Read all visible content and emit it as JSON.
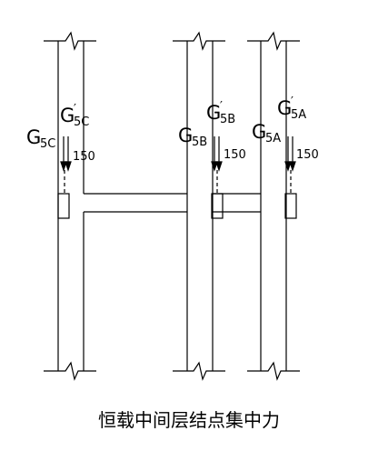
{
  "loads": [
    {
      "id": "C",
      "G": "G",
      "G_sub": "5C",
      "Gp": "G",
      "Gp_prime": "′",
      "Gp_sub": "5C",
      "dim": "150"
    },
    {
      "id": "B",
      "G": "G",
      "G_sub": "5B",
      "Gp": "G",
      "Gp_prime": "′",
      "Gp_sub": "5B",
      "dim": "150"
    },
    {
      "id": "A",
      "G": "G",
      "G_sub": "5A",
      "Gp": "G",
      "Gp_prime": "′",
      "Gp_sub": "5A",
      "dim": "150"
    }
  ],
  "caption": "恒载中间层结点集中力",
  "colors": {
    "line": "#000000",
    "background": "#ffffff"
  }
}
